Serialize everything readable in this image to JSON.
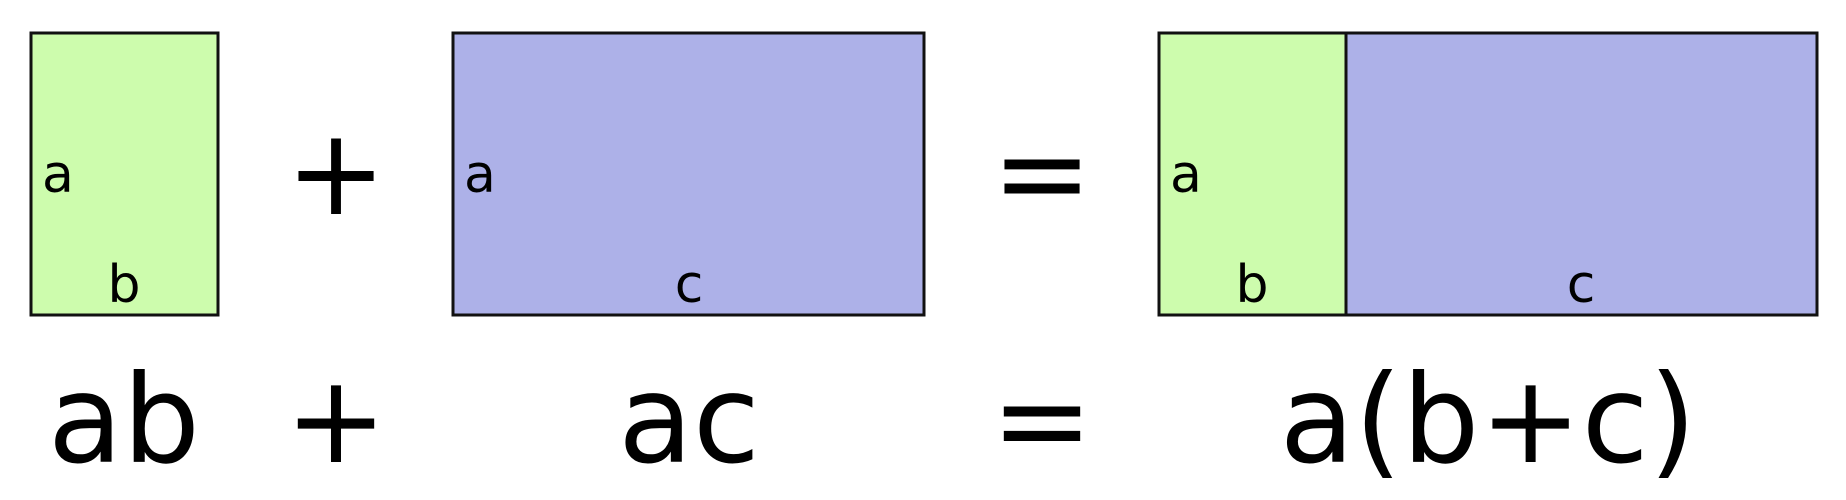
{
  "diagram": {
    "colors": {
      "b_area_fill": "#cdfcad",
      "c_area_fill": "#adb1e8",
      "outline": "#111111",
      "text": "#000000",
      "background": "#ffffff"
    },
    "area_ab": {
      "height_label": "a",
      "width_label": "b"
    },
    "plus_operator": "+",
    "area_ac": {
      "height_label": "a",
      "width_label": "c"
    },
    "equals_operator": "=",
    "combined_area": {
      "height_label": "a",
      "left_width_label": "b",
      "right_width_label": "c"
    },
    "formula": {
      "left_term": "ab",
      "plus": "+",
      "middle_term": "ac",
      "equals": "=",
      "right_term": "a(b+c)"
    }
  }
}
